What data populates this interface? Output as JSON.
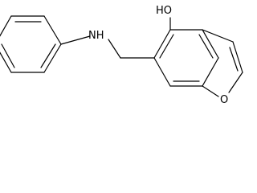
{
  "molecule": {
    "labels": {
      "nh": "NH",
      "oh": "HO",
      "o": "O"
    },
    "colors": {
      "ink": "#000000",
      "background": "#ffffff"
    }
  }
}
